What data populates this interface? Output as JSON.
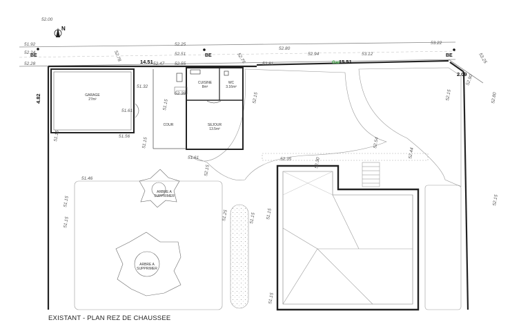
{
  "title": "EXISTANT  -  PLAN REZ DE CHAUSSEE",
  "north": "N",
  "be_labels": [
    "BE",
    "BE",
    "BE"
  ],
  "gas": {
    "label": "Gaz",
    "value": "15.51"
  },
  "dims": {
    "d1": "14.51",
    "d2": "4.82",
    "d3": "2.09"
  },
  "rooms": {
    "garage": {
      "name": "GARAGE",
      "area": "27m²"
    },
    "cuisine": {
      "name": "CUISINE",
      "area": "8m²"
    },
    "wc": {
      "name": "WC",
      "area": "3.16m²"
    },
    "sejour": {
      "name": "SEJOUR",
      "area": "13.5m²"
    },
    "cour": {
      "name": "COUR"
    }
  },
  "trees": [
    {
      "line1": "ARBRE A",
      "line2": "SUPPRIMER"
    },
    {
      "line1": "ARBRE A",
      "line2": "SUPPRIMER"
    }
  ],
  "elevations": {
    "e1": "52.00",
    "e2": "51.92",
    "e3": "52.24",
    "e4": "52.28",
    "e5": "52.78",
    "e6": "52.25",
    "e7": "52.51",
    "e8": "52.47",
    "e9": "52.55",
    "e10": "52.75",
    "e11": "52.80",
    "e12": "52.81",
    "e13": "52.94",
    "e14": "53.12",
    "e15": "53.22",
    "e16": "53.25",
    "e17": "52.90",
    "e18": "51.32",
    "e19": "51.61",
    "e20": "51.56",
    "e21": "52.38",
    "e22": "51.61",
    "e23": "51.15",
    "e24": "51.46",
    "e25": "51.15",
    "e26": "51.15",
    "e27": "51.15",
    "e28": "51.15",
    "e29": "52.15",
    "e30": "52.15",
    "e31": "52.35",
    "e32": "52.30",
    "e33": "52.54",
    "e34": "52.44",
    "e35": "51.25",
    "e36": "51.15",
    "e37": "51.15",
    "e38": "51.15",
    "e39": "52.15",
    "e40": "52.80",
    "e41": "52.15"
  }
}
